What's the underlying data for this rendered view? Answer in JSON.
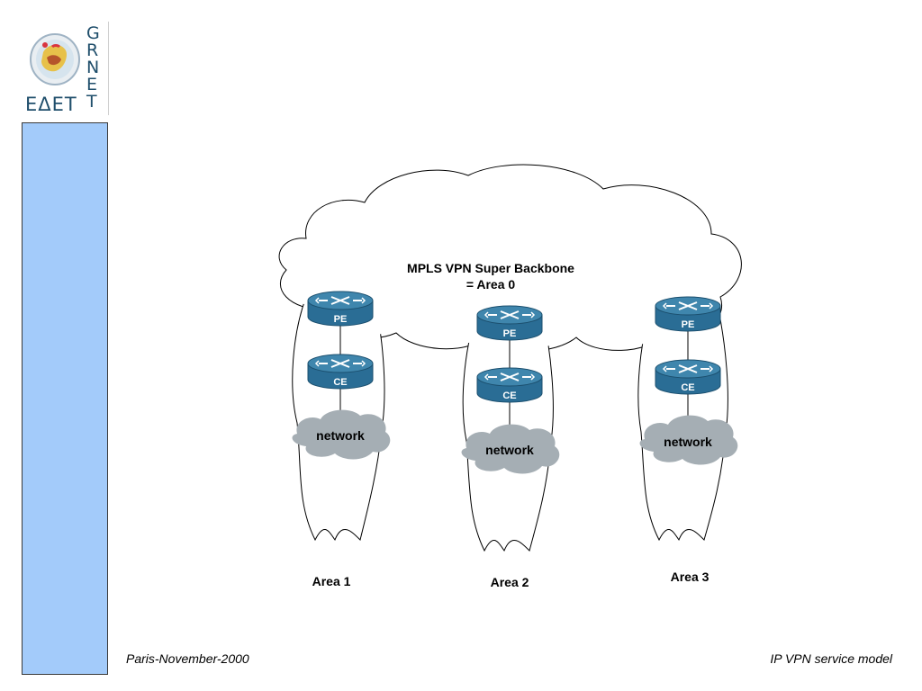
{
  "logo": {
    "letters_right": [
      "G",
      "R",
      "N",
      "E",
      "T"
    ],
    "bottom_text": "ΕΔΕΤ",
    "emblem": "greece-emblem-icon"
  },
  "colors": {
    "sidebar": "#a3cbfa",
    "router_top": "#3b7fa6",
    "router_body": "#2a6d95",
    "cloud_network": "#a5aeb4"
  },
  "diagram": {
    "backbone_title_line1": "MPLS VPN Super Backbone",
    "backbone_title_line2": "= Area 0",
    "pe_label": "PE",
    "ce_label": "CE",
    "network_label": "network",
    "areas": [
      {
        "label": "Area 1"
      },
      {
        "label": "Area 2"
      },
      {
        "label": "Area 3"
      }
    ]
  },
  "footer": {
    "left": "Paris-November-2000",
    "right": "IP VPN service model"
  }
}
